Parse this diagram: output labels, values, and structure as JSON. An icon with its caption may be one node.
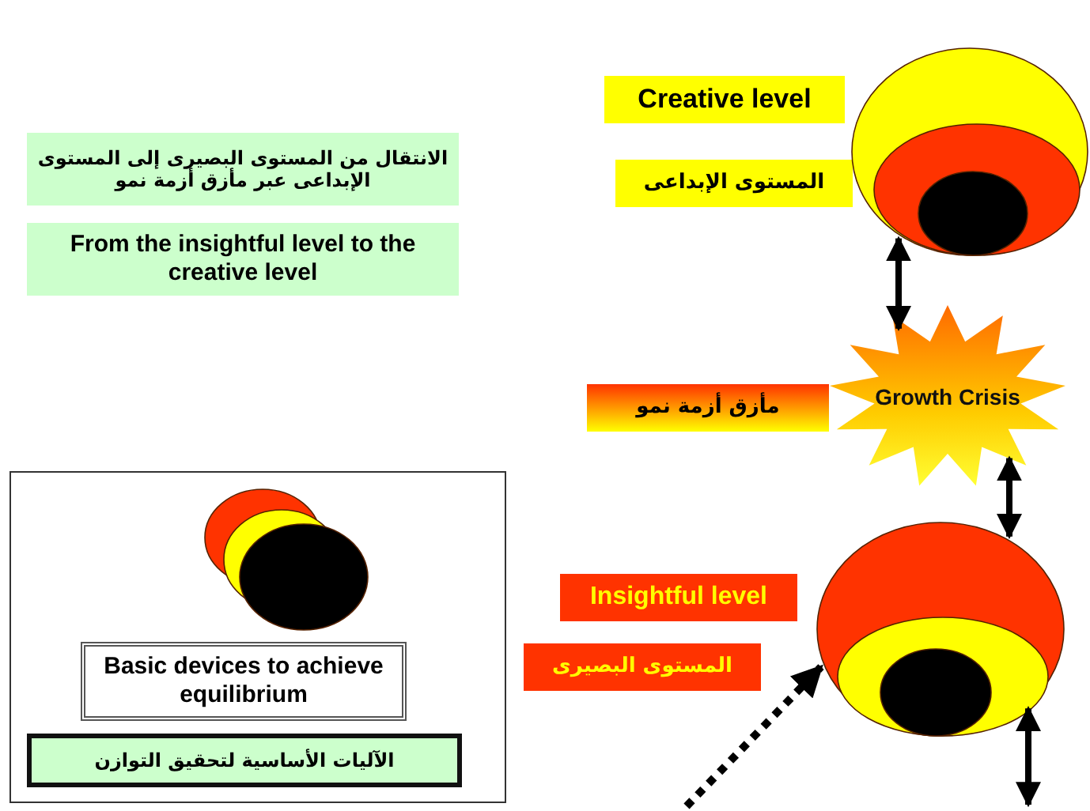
{
  "diagram": {
    "nodes": [
      {
        "text": [
          "الانتقال من المستوى البصيرى إلى المستوى الإبداعى عبر مأزق أزمة نمو"
        ]
      },
      {
        "text": [
          "From the insightful level to the creative level"
        ]
      },
      {
        "text": [
          "Creative level"
        ]
      },
      {
        "text": [
          "المستوى الإبداعى"
        ]
      },
      {
        "text": [],
        "shape": "circle"
      },
      {
        "text": [
          "Growth Crisis"
        ]
      },
      {
        "text": [
          "مأزق أزمة نمو"
        ]
      },
      {
        "text": [
          "Insightful level"
        ]
      },
      {
        "text": [
          "المستوى البصيرى"
        ]
      },
      {
        "text": [],
        "shape": "circle"
      },
      {
        "text": [],
        "shape": "box"
      },
      {
        "text": [],
        "shape": "circle",
        "in": 10
      },
      {
        "text": [
          "Basic devices to achieve equilibrium"
        ],
        "in": 10
      },
      {
        "text": [
          "الآليات الأساسية لتحقيق التوازن"
        ],
        "in": 10
      }
    ],
    "edges": [
      {
        "from": 4,
        "to": 5,
        "arrow": "both"
      },
      {
        "from": 5,
        "to": 9,
        "arrow": "both"
      },
      {
        "from": 9,
        "to": null,
        "arrow": "both"
      },
      {
        "from": null,
        "to": 9,
        "arrow": "to",
        "style": "dashed"
      }
    ]
  }
}
